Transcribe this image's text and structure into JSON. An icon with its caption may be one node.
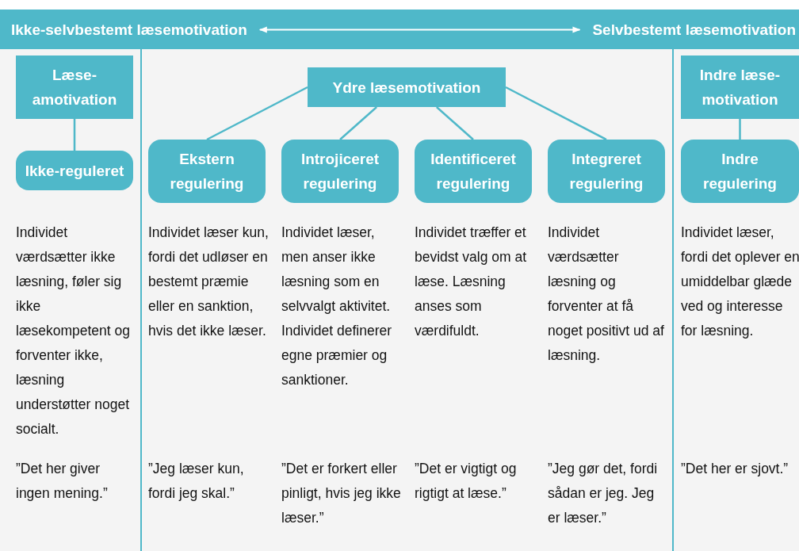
{
  "diagram": {
    "nodes": [
      {
        "text": [
          "Ikke-selvbestemt læsemotivation"
        ]
      },
      {
        "text": [
          "Selvbestemt læsemotivation"
        ]
      },
      {
        "text": [
          "Læse-amotivation"
        ]
      },
      {
        "text": [
          "Ydre læsemotivation"
        ]
      },
      {
        "text": [
          "Indre læse-motivation"
        ]
      },
      {
        "text": [
          "Ikke-reguleret"
        ]
      },
      {
        "text": [
          "Ekstern regulering"
        ]
      },
      {
        "text": [
          "Introjiceret regulering"
        ]
      },
      {
        "text": [
          "Identificeret regulering"
        ]
      },
      {
        "text": [
          "Integreret regulering"
        ]
      },
      {
        "text": [
          "Indre regulering"
        ]
      }
    ],
    "edges": [
      {
        "from": 0,
        "to": 1,
        "arrow": "both",
        "color": "#ffffff"
      },
      {
        "from": 2,
        "to": 5,
        "arrow": "none"
      },
      {
        "from": 3,
        "to": 6,
        "arrow": "none"
      },
      {
        "from": 3,
        "to": 7,
        "arrow": "none"
      },
      {
        "from": 3,
        "to": 8,
        "arrow": "none"
      },
      {
        "from": 3,
        "to": 9,
        "arrow": "none"
      },
      {
        "from": 4,
        "to": 10,
        "arrow": "none"
      }
    ],
    "labels": [
      "Individet værdsætter ikke læsning, føler sig ikke læsekompetent og forventer ikke, læsning understøtter noget socialt.",
      "Individet læser kun, fordi det udløser en bestemt præmie eller en sanktion, hvis det ikke læser.",
      "Individet læser, men anser ikke læsning som en selvvalgt aktivitet. Individet definerer egne præmier og sanktioner.",
      "Individet træffer et bevidst valg om at læse. Læsning anses som værdifuldt.",
      "Individet værdsætter læsning og forventer at få noget positivt ud af læsning.",
      "Individet læser, fordi det oplever en umiddelbar glæde ved og interesse for læsning.",
      "”Det her giver ingen mening.”",
      "”Jeg læser kun, fordi jeg skal.”",
      "”Det er forkert eller pinligt, hvis jeg ikke læser.”",
      "”Det er vigtigt og rigtigt at læse.”",
      "”Jeg gør det, fordi sådan er jeg. Jeg er læser.”",
      "”Det her er sjovt.”"
    ]
  }
}
